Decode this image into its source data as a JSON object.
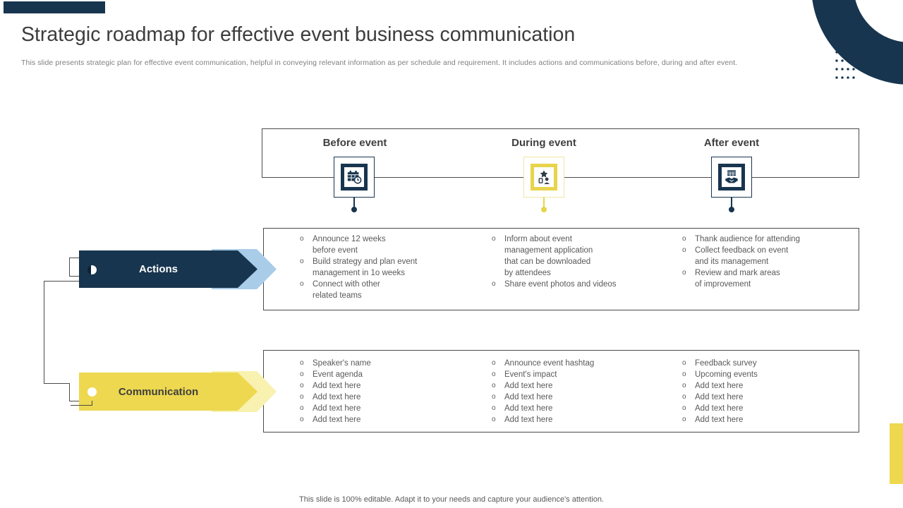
{
  "slide": {
    "title": "Strategic roadmap for effective event business communication",
    "subtitle": "This slide presents strategic plan for effective event communication, helpful in conveying relevant information as per schedule and requirement. It includes actions and communications before, during and after event.",
    "footer": "This slide is 100% editable. Adapt it to your needs and capture your audience's attention."
  },
  "bullets": {
    "marker": "o"
  },
  "colors": {
    "navy": "#18354F",
    "yellow": "#EDD84F",
    "light_blue": "#A9CCE9",
    "pale_yellow": "#F8F1B0",
    "line": "#4A4A4A",
    "text_dark": "#3F3F3F",
    "text_body": "#595959",
    "text_muted": "#7F7F7F"
  },
  "timeline": {
    "columns": [
      {
        "label": "Before event",
        "icon": "calendar-clock-icon",
        "accent": "#18354F"
      },
      {
        "label": "During event",
        "icon": "presenter-badge-icon",
        "accent": "#EDD84F"
      },
      {
        "label": "After event",
        "icon": "handshake-calendar-icon",
        "accent": "#18354F"
      }
    ]
  },
  "table": {
    "rows": [
      {
        "label": "Actions",
        "cells": [
          [
            [
              "Announce 12 weeks",
              "before event"
            ],
            [
              "Build strategy and plan event",
              "management in 1o weeks"
            ],
            [
              "Connect with other",
              "related teams"
            ]
          ],
          [
            [
              "Inform about event",
              "management application",
              "that can be downloaded",
              "by attendees"
            ],
            [
              "Share event photos and videos"
            ]
          ],
          [
            [
              "Thank audience for attending"
            ],
            [
              "Collect feedback on event",
              "and its management"
            ],
            [
              "Review and mark areas",
              "of improvement"
            ]
          ]
        ]
      },
      {
        "label": "Communication",
        "cells": [
          [
            [
              "Speaker's name"
            ],
            [
              "Event agenda"
            ],
            [
              "Add text here"
            ],
            [
              "Add text here"
            ],
            [
              "Add text here"
            ],
            [
              "Add text here"
            ]
          ],
          [
            [
              "Announce event hashtag"
            ],
            [
              "Event's impact"
            ],
            [
              "Add text here"
            ],
            [
              "Add text here"
            ],
            [
              "Add text here"
            ],
            [
              "Add text here"
            ]
          ],
          [
            [
              "Feedback survey"
            ],
            [
              "Upcoming events"
            ],
            [
              "Add text here"
            ],
            [
              "Add text here"
            ],
            [
              "Add text here"
            ],
            [
              "Add text here"
            ]
          ]
        ]
      }
    ]
  }
}
